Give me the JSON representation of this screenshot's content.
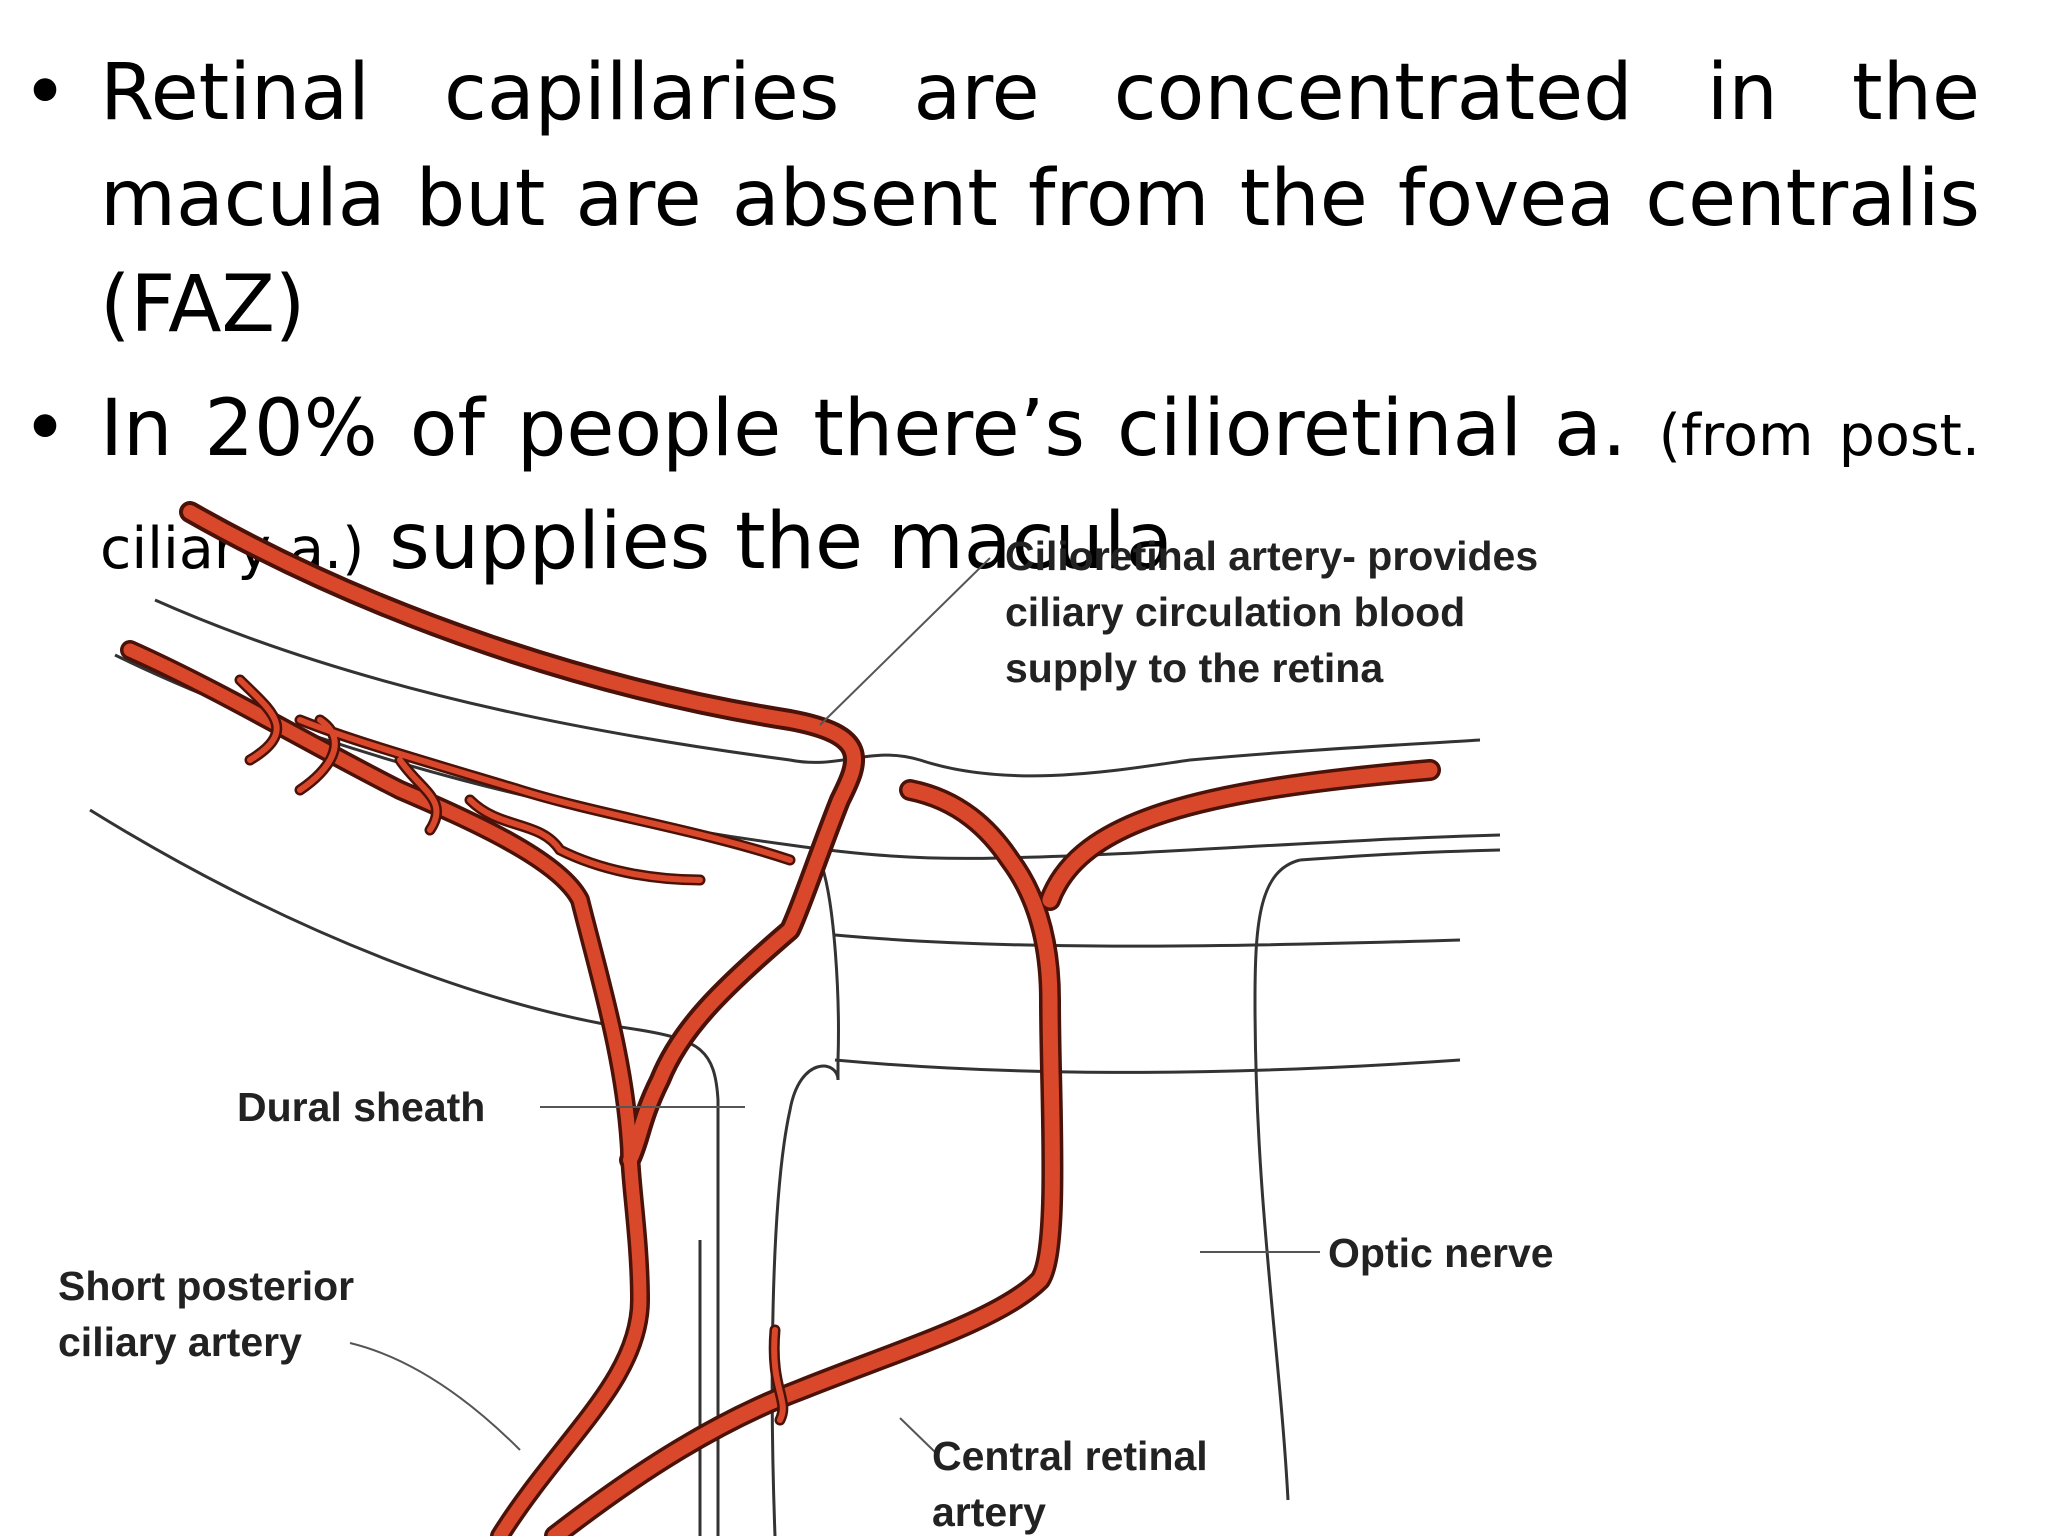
{
  "bullets": [
    {
      "text": "Retinal capillaries are concentrated in the macula but are absent from the fovea centralis (FAZ)"
    },
    {
      "main": "In 20% of people there’s cilioretinal a. ",
      "aside": "(from post. ciliary a.)",
      "tail": " supplies the macula"
    }
  ],
  "diagram": {
    "labels": {
      "cilioretinal_line1": "Cilioretinal artery- provides",
      "cilioretinal_line2": "ciliary circulation blood",
      "cilioretinal_line3": "supply to the retina",
      "dural_sheath": "Dural sheath",
      "short_posterior_line1": "Short posterior",
      "short_posterior_line2": "ciliary artery",
      "optic_nerve": "Optic nerve",
      "central_retinal_line1": "Central retinal",
      "central_retinal_line2": "artery"
    },
    "colors": {
      "artery": "#d9482a",
      "artery_outline": "#4a1208",
      "line": "#333333"
    }
  }
}
